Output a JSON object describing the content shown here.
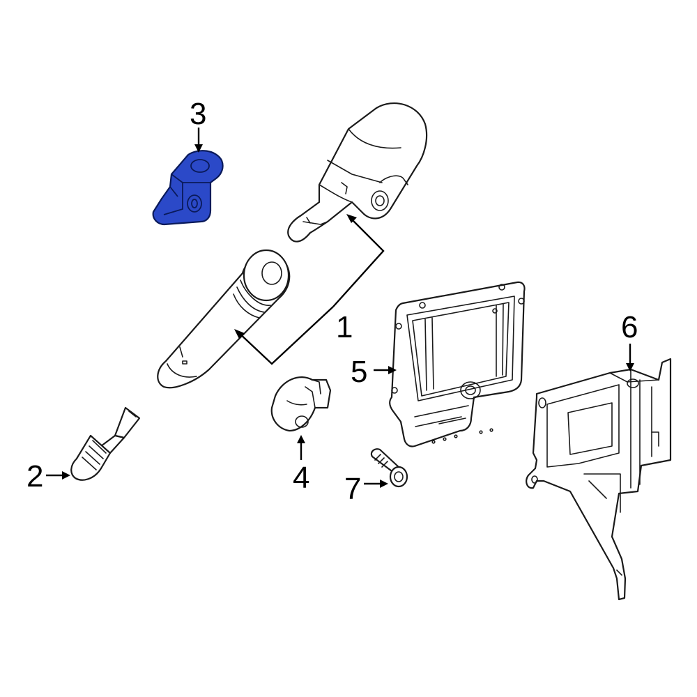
{
  "callouts": {
    "c1": "1",
    "c2": "2",
    "c3": "3",
    "c4": "4",
    "c5": "5",
    "c6": "6",
    "c7": "7"
  },
  "colors": {
    "highlight": "#2b49c8",
    "line": "#1a1a1a",
    "background": "#ffffff"
  },
  "highlighted_part": "3"
}
